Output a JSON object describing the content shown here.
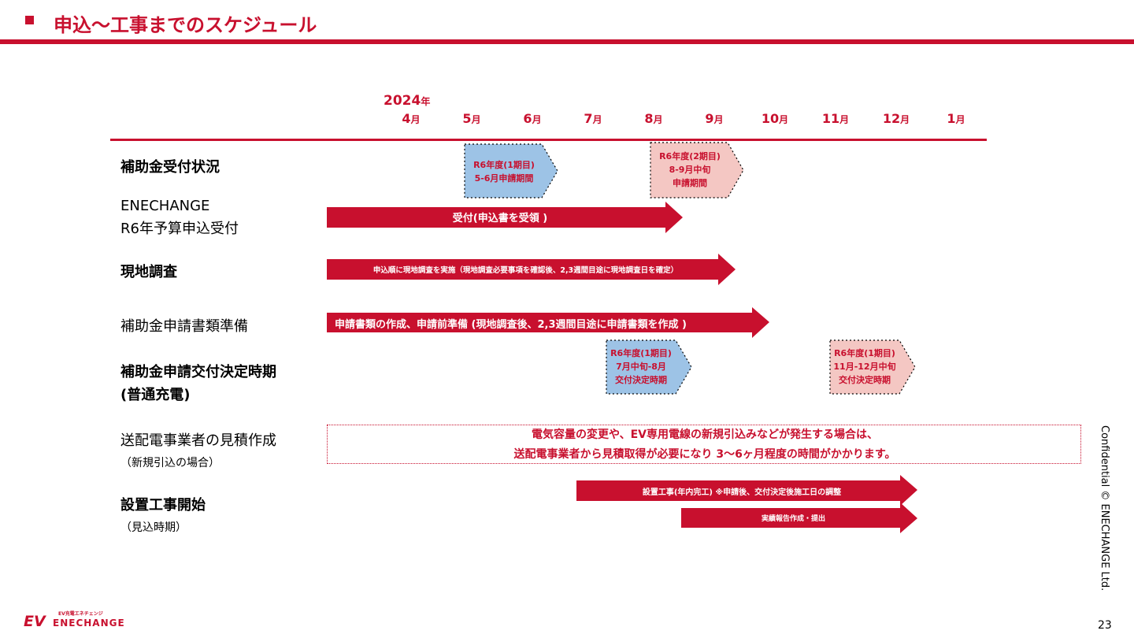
{
  "header": {
    "title": "申込〜工事までのスケジュール"
  },
  "timeline": {
    "year": "2024",
    "year_unit": "年",
    "months": [
      {
        "num": "4",
        "unit": "月"
      },
      {
        "num": "5",
        "unit": "月"
      },
      {
        "num": "6",
        "unit": "月"
      },
      {
        "num": "7",
        "unit": "月"
      },
      {
        "num": "8",
        "unit": "月"
      },
      {
        "num": "9",
        "unit": "月"
      },
      {
        "num": "10",
        "unit": "月"
      },
      {
        "num": "11",
        "unit": "月"
      },
      {
        "num": "12",
        "unit": "月"
      },
      {
        "num": "1",
        "unit": "月"
      }
    ]
  },
  "rows": {
    "subsidy_status": "補助金受付状況",
    "enechange_line1": "ENECHANGE",
    "enechange_line2": "R6年予算申込受付",
    "site_survey": "現地調査",
    "docs_prep": "補助金申請書類準備",
    "decision_line1": "補助金申請交付決定時期",
    "decision_line2": "(普通充電)",
    "utility_quote": "送配電事業者の見積作成",
    "utility_quote_sub": "（新規引込の場合）",
    "install_start": "設置工事開始",
    "install_start_sub": "（見込時期）"
  },
  "bars": {
    "reception": "受付(申込書を受領 )",
    "survey": "申込順に現地調査を実施（現地調査必要事項を確認後、2,3週間目途に現地調査日を確定）",
    "docs": "申請書類の作成、申請前準備 (現地調査後、2,3週間目途に申請書類を作成 )",
    "install": "設置工事(年内完工)  ※申請後、交付決定後施工日の調整",
    "report": "実績報告作成・提出"
  },
  "periods": {
    "p1": [
      "R6年度(1期目)",
      "5-6月申請期間"
    ],
    "p2": [
      "R6年度(2期目)",
      "8-9月中旬",
      "申請期間"
    ],
    "d1": [
      "R6年度(1期目)",
      "7月中旬-8月",
      "交付決定時期"
    ],
    "d2": [
      "R6年度(1期目)",
      "11月-12月中旬",
      "交付決定時期"
    ]
  },
  "note": {
    "line1": "電気容量の変更や、EV専用電線の新規引込みなどが発生する場合は、",
    "line2": "送配電事業者から見積取得が必要になり  3〜6ヶ月程度の時間がかかります。"
  },
  "footer": {
    "confidential": "Confidential © ENECHANGE  Ltd.",
    "page_number": "23",
    "logo_tagline": "EV充電エネチェンジ",
    "logo_mark": "EV",
    "logo_name": "ENECHANGE"
  },
  "colors": {
    "accent": "#c8102e",
    "blue_fill": "#9dc3e6",
    "pink_fill": "#f4c7c3"
  }
}
